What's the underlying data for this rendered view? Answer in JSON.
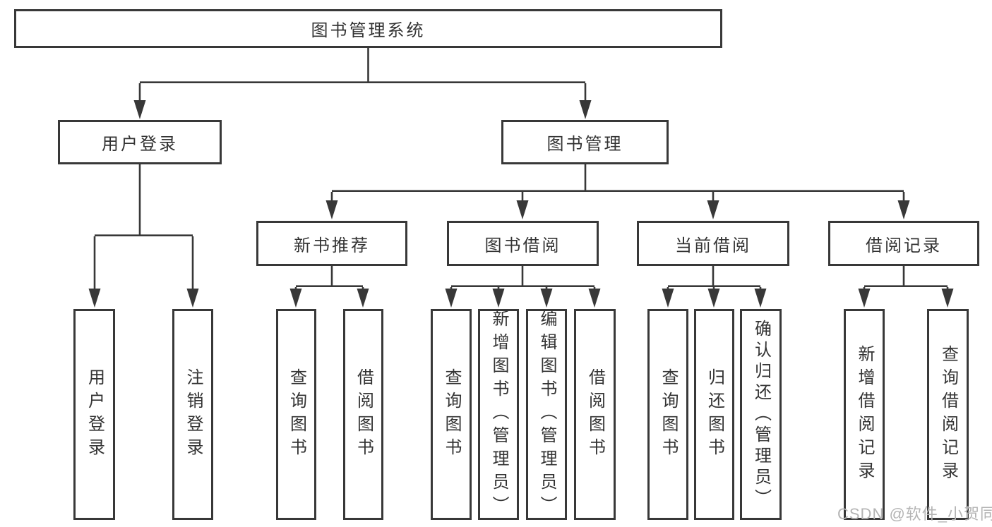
{
  "diagram": {
    "title": "图书管理系统",
    "tree": {
      "label": "图书管理系统",
      "children": [
        {
          "label": "用户登录",
          "children": [
            {
              "label": "用户登录"
            },
            {
              "label": "注销登录"
            }
          ]
        },
        {
          "label": "图书管理",
          "children": [
            {
              "label": "新书推荐",
              "children": [
                {
                  "label": "查询图书"
                },
                {
                  "label": "借阅图书"
                }
              ]
            },
            {
              "label": "图书借阅",
              "children": [
                {
                  "label": "查询图书"
                },
                {
                  "label": "新增图书（管理员）"
                },
                {
                  "label": "编辑图书（管理员）"
                },
                {
                  "label": "借阅图书"
                }
              ]
            },
            {
              "label": "当前借阅",
              "children": [
                {
                  "label": "查询图书"
                },
                {
                  "label": "归还图书"
                },
                {
                  "label": "确认归还（管理员）"
                }
              ]
            },
            {
              "label": "借阅记录",
              "children": [
                {
                  "label": "新增借阅记录"
                },
                {
                  "label": "查询借阅记录"
                }
              ]
            }
          ]
        }
      ]
    },
    "colors": {
      "line": "#383838",
      "text": "#333333",
      "box_background": "#ffffff",
      "watermark": "#b4b4b4"
    }
  },
  "watermark": {
    "text": "CSDN @软件_小贺同学"
  }
}
